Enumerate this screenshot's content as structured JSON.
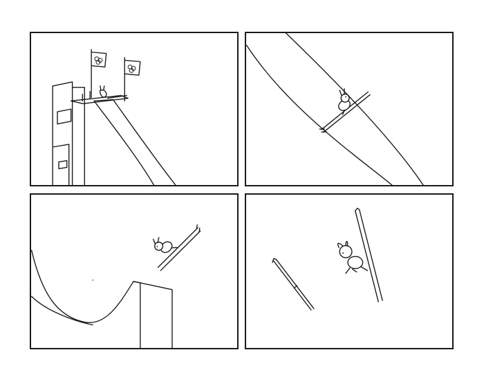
{
  "comic": {
    "panels": [
      {
        "scene": "ski-jump-tower-start"
      },
      {
        "scene": "descending-ramp"
      },
      {
        "scene": "airborne-after-takeoff"
      },
      {
        "scene": "mid-air-loses-ski"
      }
    ],
    "colors": {
      "ink": "#1a1a1a",
      "paper": "#ffffff"
    },
    "icons": [
      "flag-icon",
      "bunny-skier-icon",
      "ski-icon"
    ]
  }
}
